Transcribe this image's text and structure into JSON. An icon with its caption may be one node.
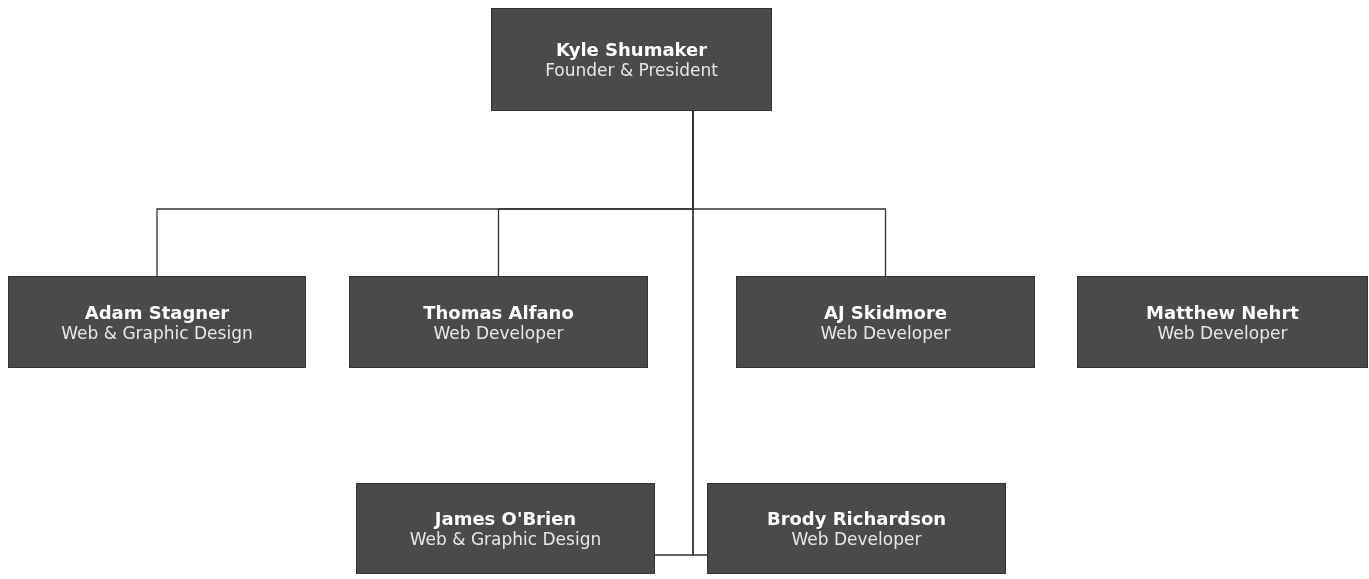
{
  "diagram": {
    "nodes": [
      {
        "text": [
          "Kyle Shumaker",
          "Founder & President"
        ]
      },
      {
        "text": [
          "Adam Stagner",
          "Web & Graphic Design"
        ]
      },
      {
        "text": [
          "Thomas Alfano",
          "Web Developer"
        ]
      },
      {
        "text": [
          "AJ Skidmore",
          "Web Developer"
        ]
      },
      {
        "text": [
          "Matthew Nehrt",
          "Web Developer"
        ]
      },
      {
        "text": [
          "James O'Brien",
          "Web & Graphic Design"
        ]
      },
      {
        "text": [
          "Brody Richardson",
          "Web Developer"
        ]
      }
    ],
    "edges": [
      {
        "from": 0,
        "to": 1,
        "arrow": "none"
      },
      {
        "from": 0,
        "to": 2,
        "arrow": "none"
      },
      {
        "from": 0,
        "to": 3,
        "arrow": "none"
      },
      {
        "from": 0,
        "to": 5,
        "arrow": "none"
      },
      {
        "from": 0,
        "to": 6,
        "arrow": "none"
      }
    ]
  }
}
